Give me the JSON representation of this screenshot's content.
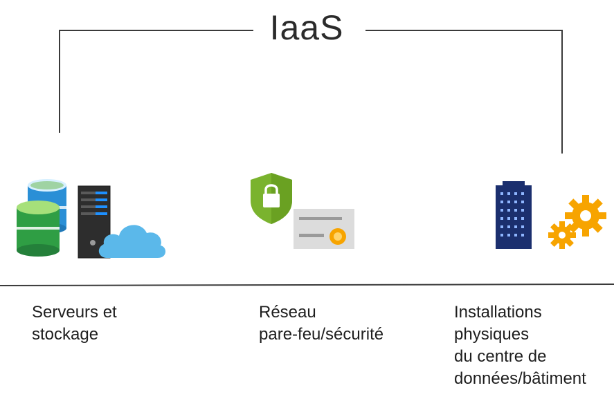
{
  "diagram": {
    "title": "IaaS",
    "items": [
      {
        "id": "servers",
        "icon": "database-server-cloud-icon",
        "label_lines": [
          "Serveurs et",
          "stockage"
        ]
      },
      {
        "id": "network",
        "icon": "shield-lock-certificate-icon",
        "label_lines": [
          "Réseau",
          "pare-feu/sécurité"
        ]
      },
      {
        "id": "facility",
        "icon": "building-gears-icon",
        "label_lines": [
          "Installations",
          "physiques",
          "du centre de",
          "données/bâtiment"
        ]
      }
    ],
    "colors": {
      "line": "#3a3a3a",
      "db_blue": "#2a8fd6",
      "db_green": "#2f9e44",
      "server_dark": "#2d2d2d",
      "server_accent": "#1e90ff",
      "cloud": "#5bb8ea",
      "shield_green": "#7ab32e",
      "building_navy": "#1b2f6e",
      "gear_orange": "#f7a400"
    }
  }
}
